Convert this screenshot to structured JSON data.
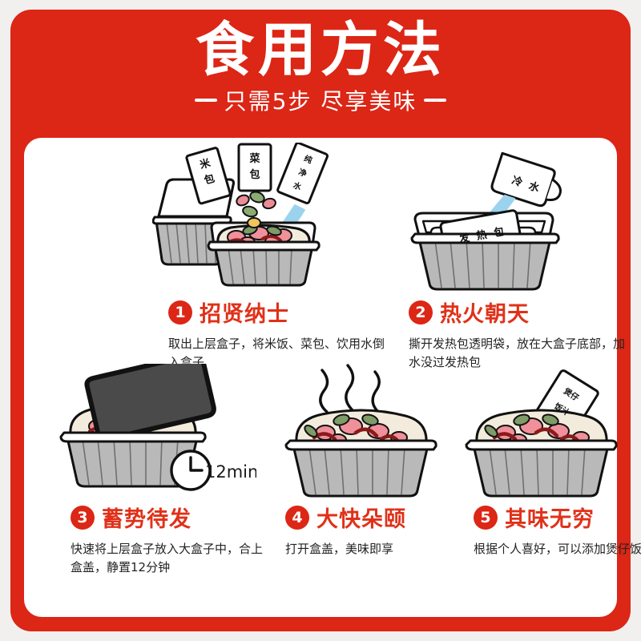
{
  "poster": {
    "accent_color": "#DC2616",
    "page_background": "#F2F0EE",
    "card_background": "#FFFFFF"
  },
  "header": {
    "title": "食用方法",
    "subtitle": "只需5步 尽享美味"
  },
  "steps": [
    {
      "number": "1",
      "title": "招贤纳士",
      "desc": "取出上层盒子，将米饭、菜包、饮用水倒入盒子",
      "art_labels": [
        "米包",
        "菜包",
        "纯净水"
      ]
    },
    {
      "number": "2",
      "title": "热火朝天",
      "desc": "撕开发热包透明袋，放在大盒子底部，加水没过发热包",
      "art_labels": [
        "冷水",
        "发热包"
      ]
    },
    {
      "number": "3",
      "title": "蓄势待发",
      "desc": "快速将上层盒子放入大盒子中，合上盒盖，静置12分钟",
      "art_labels": [
        "12min"
      ]
    },
    {
      "number": "4",
      "title": "大快朵颐",
      "desc": "打开盒盖，美味即享",
      "art_labels": []
    },
    {
      "number": "5",
      "title": "其味无穷",
      "desc": "根据个人喜好，可以添加煲仔饭汁",
      "art_labels": [
        "煲仔",
        "饭汁"
      ]
    }
  ]
}
